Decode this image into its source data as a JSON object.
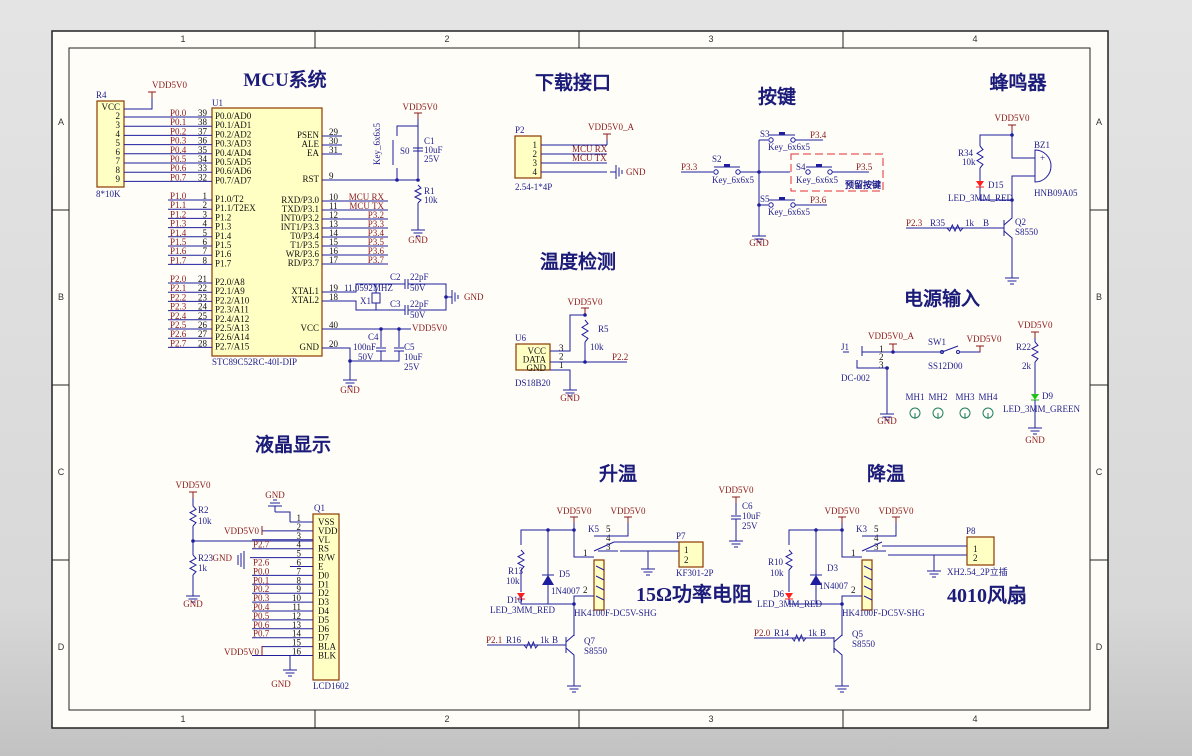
{
  "colors": {
    "title": "#1b1b7a",
    "net": "#8b1a1a",
    "wire": "#1e1e9c",
    "body": "#ffffc4",
    "body_border": "#8b3a00",
    "led_red": "#ff2020",
    "led_green": "#20c020",
    "keepout": "#e03030"
  },
  "grid": {
    "columns": [
      "1",
      "2",
      "3",
      "4"
    ],
    "rows": [
      "A",
      "B",
      "C",
      "D"
    ]
  },
  "mcu": {
    "title": "MCU系统",
    "r4": {
      "ref": "R4",
      "value": "8*10K",
      "pins": [
        "VCC",
        "2",
        "3",
        "4",
        "5",
        "6",
        "7",
        "8",
        "9"
      ],
      "net": "VDD5V0"
    },
    "u1": {
      "ref": "U1",
      "part": "STC89C52RC-40I-DIP",
      "left": [
        {
          "net": "P0.0",
          "num": "39",
          "name": "P0.0/AD0"
        },
        {
          "net": "P0.1",
          "num": "38",
          "name": "P0.1/AD1"
        },
        {
          "net": "P0.2",
          "num": "37",
          "name": "P0.2/AD2"
        },
        {
          "net": "P0.3",
          "num": "36",
          "name": "P0.3/AD3"
        },
        {
          "net": "P0.4",
          "num": "35",
          "name": "P0.4/AD4"
        },
        {
          "net": "P0.5",
          "num": "34",
          "name": "P0.5/AD5"
        },
        {
          "net": "P0.6",
          "num": "33",
          "name": "P0.6/AD6"
        },
        {
          "net": "P0.7",
          "num": "32",
          "name": "P0.7/AD7"
        },
        {
          "net": "P1.0",
          "num": "1",
          "name": "P1.0/T2"
        },
        {
          "net": "P1.1",
          "num": "2",
          "name": "P1.1/T2EX"
        },
        {
          "net": "P1.2",
          "num": "3",
          "name": "P1.2"
        },
        {
          "net": "P1.3",
          "num": "4",
          "name": "P1.3"
        },
        {
          "net": "P1.4",
          "num": "5",
          "name": "P1.4"
        },
        {
          "net": "P1.5",
          "num": "6",
          "name": "P1.5"
        },
        {
          "net": "P1.6",
          "num": "7",
          "name": "P1.6"
        },
        {
          "net": "P1.7",
          "num": "8",
          "name": "P1.7"
        },
        {
          "net": "P2.0",
          "num": "21",
          "name": "P2.0/A8"
        },
        {
          "net": "P2.1",
          "num": "22",
          "name": "P2.1/A9"
        },
        {
          "net": "P2.2",
          "num": "23",
          "name": "P2.2/A10"
        },
        {
          "net": "P2.3",
          "num": "24",
          "name": "P2.3/A11"
        },
        {
          "net": "P2.4",
          "num": "25",
          "name": "P2.4/A12"
        },
        {
          "net": "P2.5",
          "num": "26",
          "name": "P2.5/A13"
        },
        {
          "net": "P2.6",
          "num": "27",
          "name": "P2.6/A14"
        },
        {
          "net": "P2.7",
          "num": "28",
          "name": "P2.7/A15"
        }
      ],
      "right": [
        {
          "num": "29",
          "name": "PSEN",
          "net": ""
        },
        {
          "num": "30",
          "name": "ALE",
          "net": ""
        },
        {
          "num": "31",
          "name": "EA",
          "net": ""
        },
        {
          "num": "9",
          "name": "RST",
          "net": ""
        },
        {
          "num": "10",
          "name": "RXD/P3.0",
          "net": "MCU RX"
        },
        {
          "num": "11",
          "name": "TXD/P3.1",
          "net": "MCU TX"
        },
        {
          "num": "12",
          "name": "INT0/P3.2",
          "net": "P3.2"
        },
        {
          "num": "13",
          "name": "INT1/P3.3",
          "net": "P3.3"
        },
        {
          "num": "14",
          "name": "T0/P3.4",
          "net": "P3.4"
        },
        {
          "num": "15",
          "name": "T1/P3.5",
          "net": "P3.5"
        },
        {
          "num": "16",
          "name": "WR/P3.6",
          "net": "P3.6"
        },
        {
          "num": "17",
          "name": "RD/P3.7",
          "net": "P3.7"
        },
        {
          "num": "19",
          "name": "XTAL1",
          "net": ""
        },
        {
          "num": "18",
          "name": "XTAL2",
          "net": ""
        },
        {
          "num": "40",
          "name": "VCC",
          "net": "VDD5V0"
        },
        {
          "num": "20",
          "name": "GND",
          "net": "GND"
        }
      ]
    },
    "reset": {
      "vdd": "VDD5V0",
      "s0": "S0",
      "s0_part": "Key_6x6x5",
      "c1": "C1",
      "c1_val": "10uF",
      "c1_v": "25V",
      "r1": "R1",
      "r1_val": "10k",
      "gnd": "GND"
    },
    "crystal": {
      "x1": "X1",
      "freq": "11.0592MHZ",
      "c2": "C2",
      "c2_val": "22pF",
      "c2_v": "50V",
      "c3": "C3",
      "c3_val": "22pF",
      "c3_v": "50V",
      "gnd": "GND"
    },
    "decoup": {
      "c4": "C4",
      "c4_val": "100nF",
      "c4_v": "50V",
      "c5": "C5",
      "c5_val": "10uF",
      "c5_v": "25V",
      "gnd": "GND"
    }
  },
  "download": {
    "title": "下载接口",
    "ref": "P2",
    "part": "2.54-1*4P",
    "pins": [
      "1",
      "2",
      "3",
      "4"
    ],
    "vdd": "VDD5V0_A",
    "rx": "MCU RX",
    "tx": "MCU TX",
    "gnd": "GND"
  },
  "keys": {
    "title": "按键",
    "s2": "S2",
    "s3": "S3",
    "s4": "S4",
    "s5": "S5",
    "part": "Key_6x6x5",
    "p33": "P3.3",
    "p34": "P3.4",
    "p35": "P3.5",
    "p36": "P3.6",
    "reserved": "预留按键",
    "gnd": "GND"
  },
  "buzzer": {
    "title": "蜂鸣器",
    "vdd": "VDD5V0",
    "r34": "R34",
    "r34_val": "10k",
    "d15": "D15",
    "d15_part": "LED_3MM_RED",
    "bz1": "BZ1",
    "bz1_part": "HNB09A05",
    "plus": "+",
    "net": "P2.3",
    "r35": "R35",
    "r35_val": "1k",
    "b": "B",
    "q2": "Q2",
    "q2_part": "S8550"
  },
  "temp": {
    "title": "温度检测",
    "u6": "U6",
    "part": "DS18B20",
    "pins": [
      "VCC",
      "DATA",
      "GND"
    ],
    "nums": [
      "3",
      "2",
      "1"
    ],
    "vdd": "VDD5V0",
    "r5": "R5",
    "r5_val": "10k",
    "net": "P2.2",
    "gnd": "GND"
  },
  "power": {
    "title": "电源输入",
    "j1": "J1",
    "j1_part": "DC-002",
    "nums": [
      "1",
      "2",
      "3"
    ],
    "vdd_a": "VDD5V0_A",
    "sw1": "SW1",
    "sw1_part": "SS12D00",
    "vdd": "VDD5V0",
    "gnd": "GND",
    "holes": [
      "MH1",
      "MH2",
      "MH3",
      "MH4"
    ],
    "r22": "R22",
    "r22_val": "2k",
    "d9": "D9",
    "d9_part": "LED_3MM_GREEN",
    "vdd2": "VDD5V0",
    "gnd2": "GND"
  },
  "lcd": {
    "title": "液晶显示",
    "ref": "Q1",
    "part": "LCD1602",
    "vdd": "VDD5V0",
    "r2": "R2",
    "r2_val": "10k",
    "r23": "R23",
    "r23_val": "1k",
    "gnd_top": "GND",
    "gnd_bot": "GND",
    "gnd_pot": "GND",
    "pins": [
      {
        "num": "1",
        "name": "VSS",
        "net": ""
      },
      {
        "num": "2",
        "name": "VDD",
        "net": "VDD5V0"
      },
      {
        "num": "3",
        "name": "VL",
        "net": ""
      },
      {
        "num": "4",
        "name": "RS",
        "net": "P2.7"
      },
      {
        "num": "5",
        "name": "R/W",
        "net": "GND"
      },
      {
        "num": "6",
        "name": "E",
        "net": "P2.6"
      },
      {
        "num": "7",
        "name": "D0",
        "net": "P0.0"
      },
      {
        "num": "8",
        "name": "D1",
        "net": "P0.1"
      },
      {
        "num": "9",
        "name": "D2",
        "net": "P0.2"
      },
      {
        "num": "10",
        "name": "D3",
        "net": "P0.3"
      },
      {
        "num": "11",
        "name": "D4",
        "net": "P0.4"
      },
      {
        "num": "12",
        "name": "D5",
        "net": "P0.5"
      },
      {
        "num": "13",
        "name": "D6",
        "net": "P0.6"
      },
      {
        "num": "14",
        "name": "D7",
        "net": "P0.7"
      },
      {
        "num": "15",
        "name": "BLA",
        "net": "VDD5V0"
      },
      {
        "num": "16",
        "name": "BLK",
        "net": ""
      }
    ]
  },
  "heat": {
    "title": "升温",
    "vdd1": "VDD5V0",
    "vdd2": "VDD5V0",
    "r13": "R13",
    "r13_val": "10k",
    "d10": "D10",
    "d10_part": "LED_3MM_RED",
    "d5": "D5",
    "d5_part": "1N4007",
    "k": "K5",
    "relay": "HK4100F-DC5V-SHG",
    "pin1": "1",
    "pin2": "2",
    "pin3": "3",
    "pin4": "4",
    "pin5": "5",
    "p7": "P7",
    "p7_part": "KF301-2P",
    "p7_pins": [
      "1",
      "2"
    ],
    "load": "15Ω功率电阻",
    "net": "P2.1",
    "r16": "R16",
    "r16_val": "1k",
    "b": "B",
    "q7": "Q7",
    "q7_part": "S8550",
    "c6": {
      "vdd": "VDD5V0",
      "ref": "C6",
      "val": "10uF",
      "v": "25V"
    }
  },
  "cool": {
    "title": "降温",
    "vdd1": "VDD5V0",
    "vdd2": "VDD5V0",
    "r10": "R10",
    "r10_val": "10k",
    "d6": "D6",
    "d6_part": "LED_3MM_RED",
    "d3": "D3",
    "d3_part": "1N4007",
    "k": "K3",
    "relay": "HK4100F-DC5V-SHG",
    "pin1": "1",
    "pin2": "2",
    "pin3": "3",
    "pin4": "4",
    "pin5": "5",
    "p8": "P8",
    "p8_part": "XH2.54_2P立插",
    "p8_pins": [
      "1",
      "2"
    ],
    "load": "4010风扇",
    "net": "P2.0",
    "r14": "R14",
    "r14_val": "1k",
    "b": "B",
    "q5": "Q5",
    "q5_part": "S8550"
  }
}
